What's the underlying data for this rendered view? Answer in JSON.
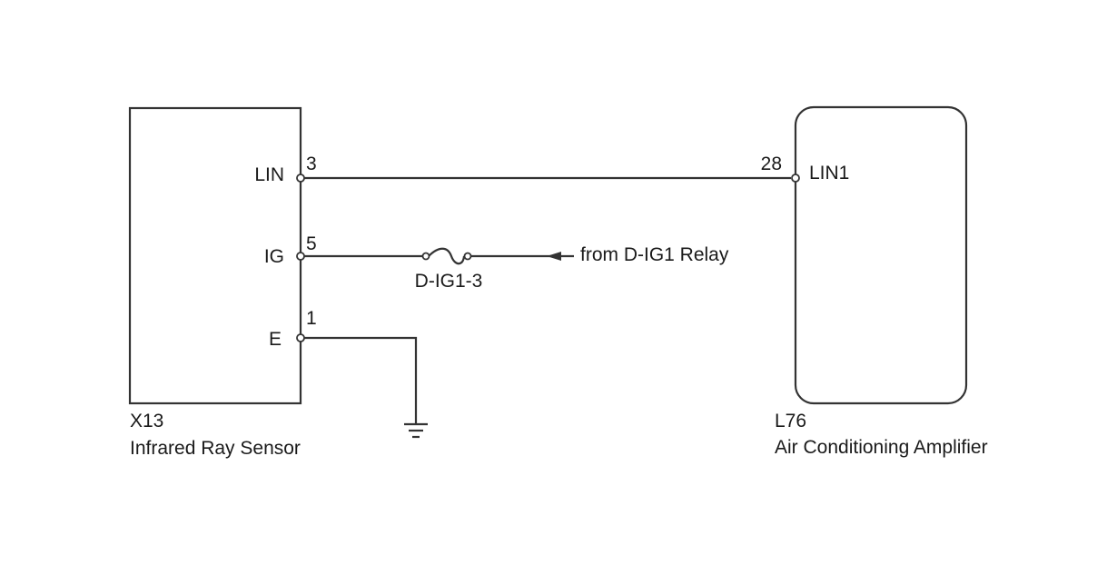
{
  "components": {
    "sensor": {
      "code": "X13",
      "name": "Infrared Ray Sensor"
    },
    "amplifier": {
      "code": "L76",
      "name": "Air Conditioning Amplifier"
    }
  },
  "sensor_pins": {
    "lin": {
      "name": "LIN",
      "number": "3"
    },
    "ig": {
      "name": "IG",
      "number": "5"
    },
    "e": {
      "name": "E",
      "number": "1"
    }
  },
  "amplifier_pins": {
    "lin1": {
      "name": "LIN1",
      "number": "28"
    }
  },
  "fuse": {
    "label": "D-IG1-3"
  },
  "source": {
    "label": "from D-IG1 Relay"
  },
  "colors": {
    "line": "#333333",
    "text": "#1a1a1a",
    "background": "#ffffff"
  }
}
